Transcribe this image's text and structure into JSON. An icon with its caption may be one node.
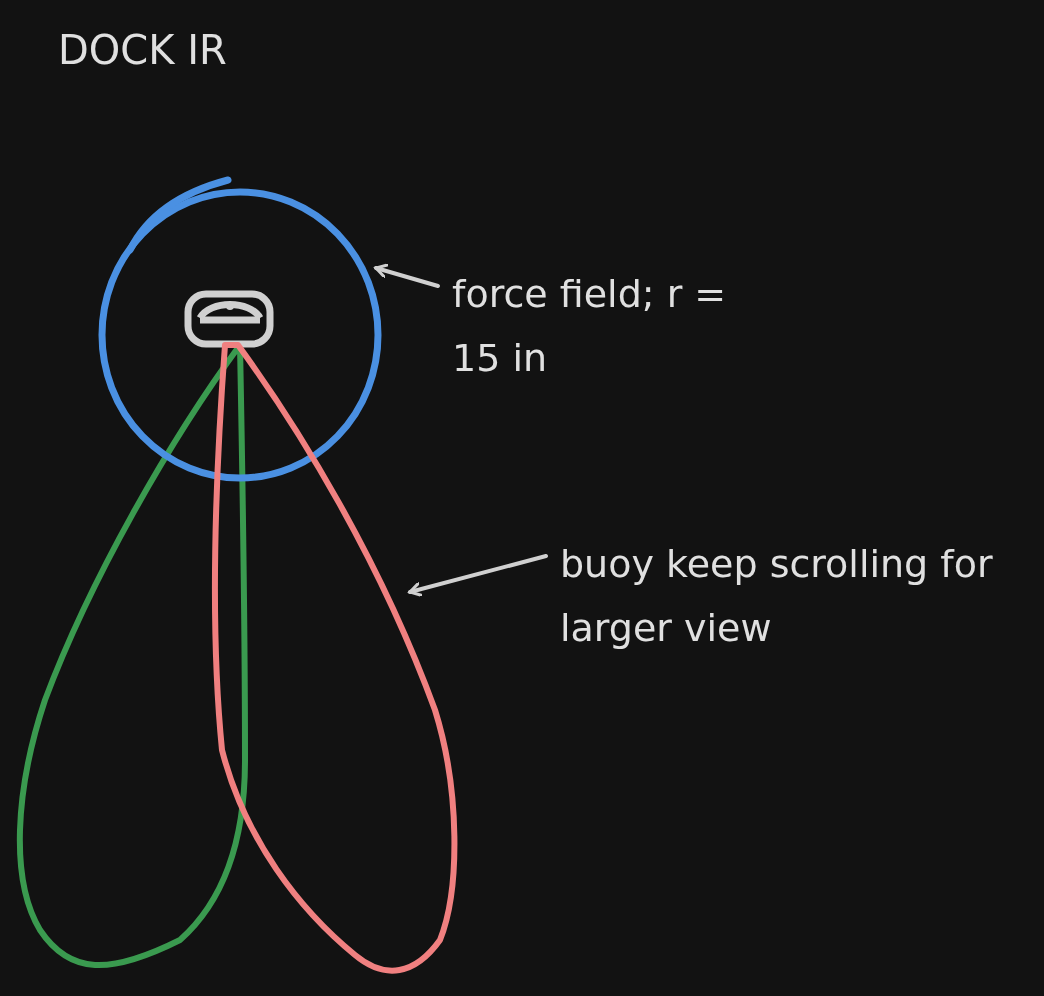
{
  "diagram": {
    "title": "DOCK IR",
    "nodes": [
      {
        "text": [],
        "shape": "circle"
      },
      {
        "text": [
          "force field; r = 15 in"
        ]
      },
      {
        "text": [],
        "shape": "lobe"
      },
      {
        "text": [
          "buoy keep scrolling for larger view"
        ]
      }
    ],
    "edges": [
      {
        "from": 1,
        "to": 0,
        "arrow": "to"
      },
      {
        "from": 3,
        "to": 2,
        "arrow": "to"
      }
    ]
  }
}
